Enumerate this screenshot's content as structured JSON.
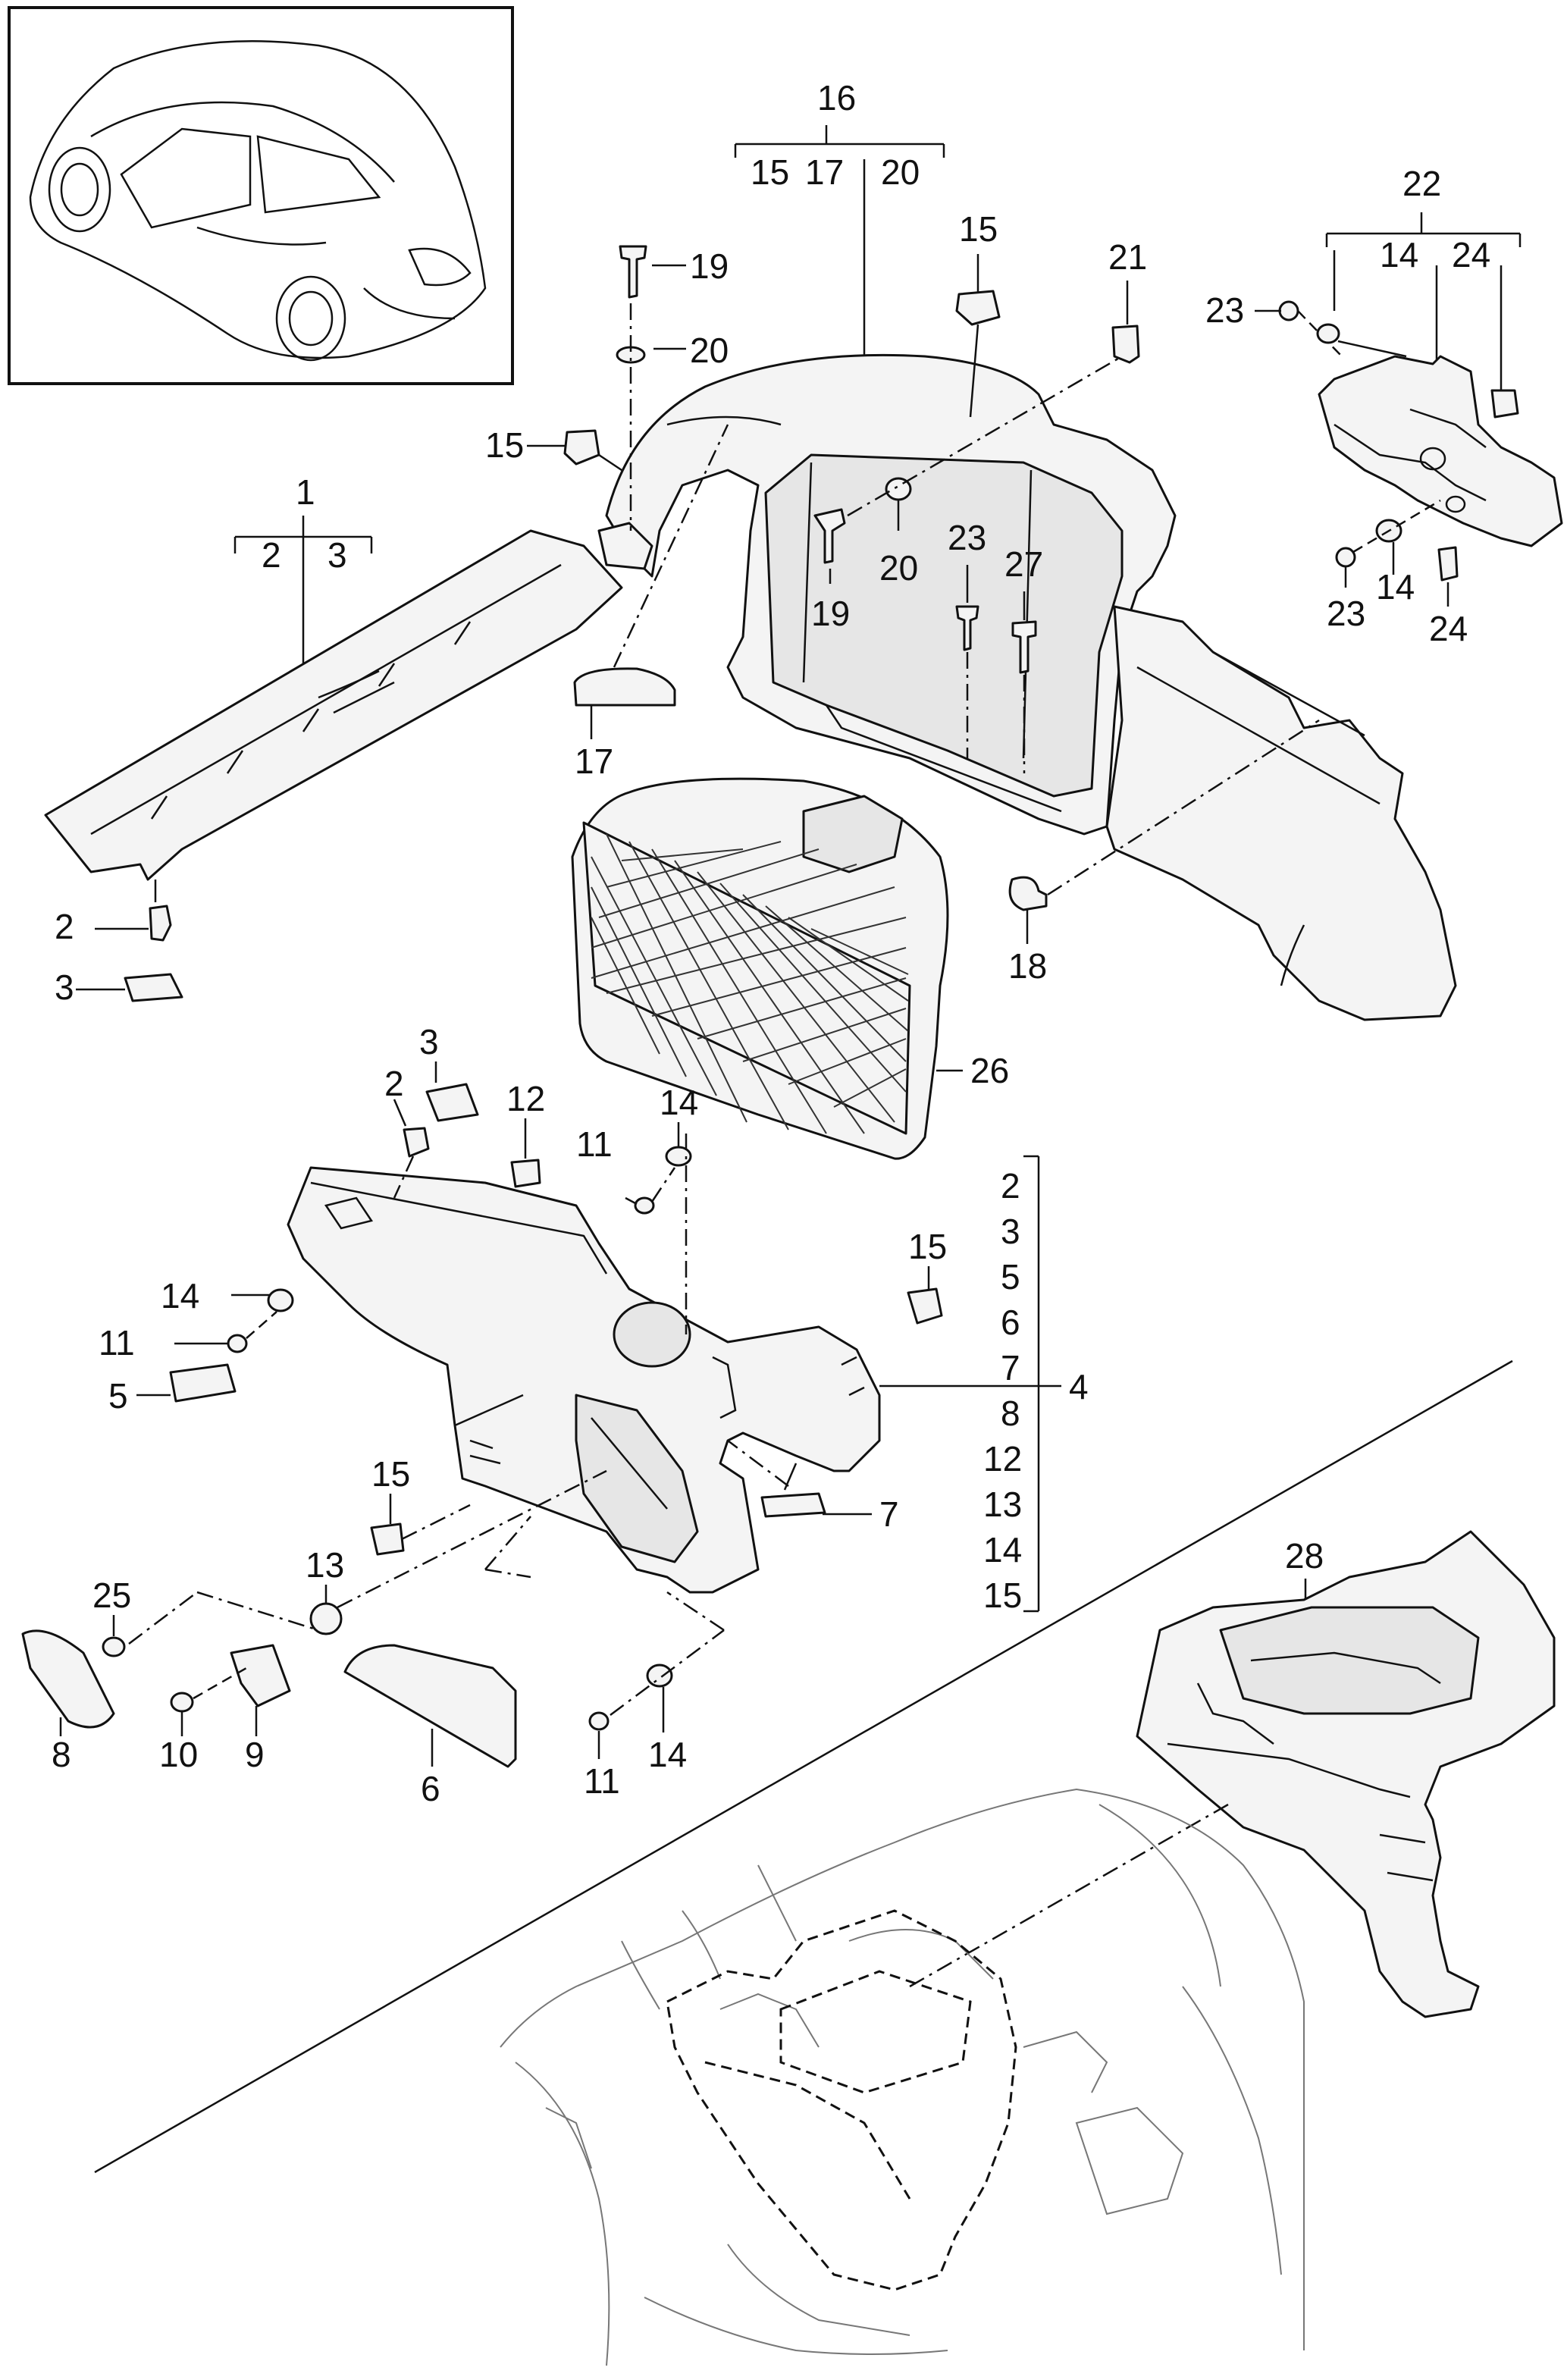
{
  "labels": {
    "l1": "1",
    "l2a": "2",
    "l3a": "3",
    "l2b": "2",
    "l3b": "3",
    "l16": "16",
    "l15a": "15",
    "l17a": "17",
    "l20a": "20",
    "l19a": "19",
    "l20b": "20",
    "l15b": "15",
    "l15c": "15",
    "l21": "21",
    "l19b": "19",
    "l20c": "20",
    "l23a": "23",
    "l27": "27",
    "l17b": "17",
    "l18": "18",
    "l22": "22",
    "l14a": "14",
    "l24a": "24",
    "l23b": "23",
    "l23c": "23",
    "l14b": "14",
    "l24b": "24",
    "l26": "26",
    "l3c": "3",
    "l2c": "2",
    "l12a": "12",
    "l14c": "14",
    "l11a": "11",
    "l14d": "14",
    "l11b": "11",
    "l5a": "5",
    "l15d": "15",
    "l7a": "7",
    "l15e": "15",
    "l13a": "13",
    "l25": "25",
    "l8": "8",
    "l10": "10",
    "l9": "9",
    "l6a": "6",
    "l11c": "11",
    "l14e": "14",
    "l4": "4",
    "k2": "2",
    "k3": "3",
    "k5": "5",
    "k6": "6",
    "k7": "7",
    "k8": "8",
    "k12": "12",
    "k13": "13",
    "k14": "14",
    "k15": "15",
    "l28": "28"
  }
}
